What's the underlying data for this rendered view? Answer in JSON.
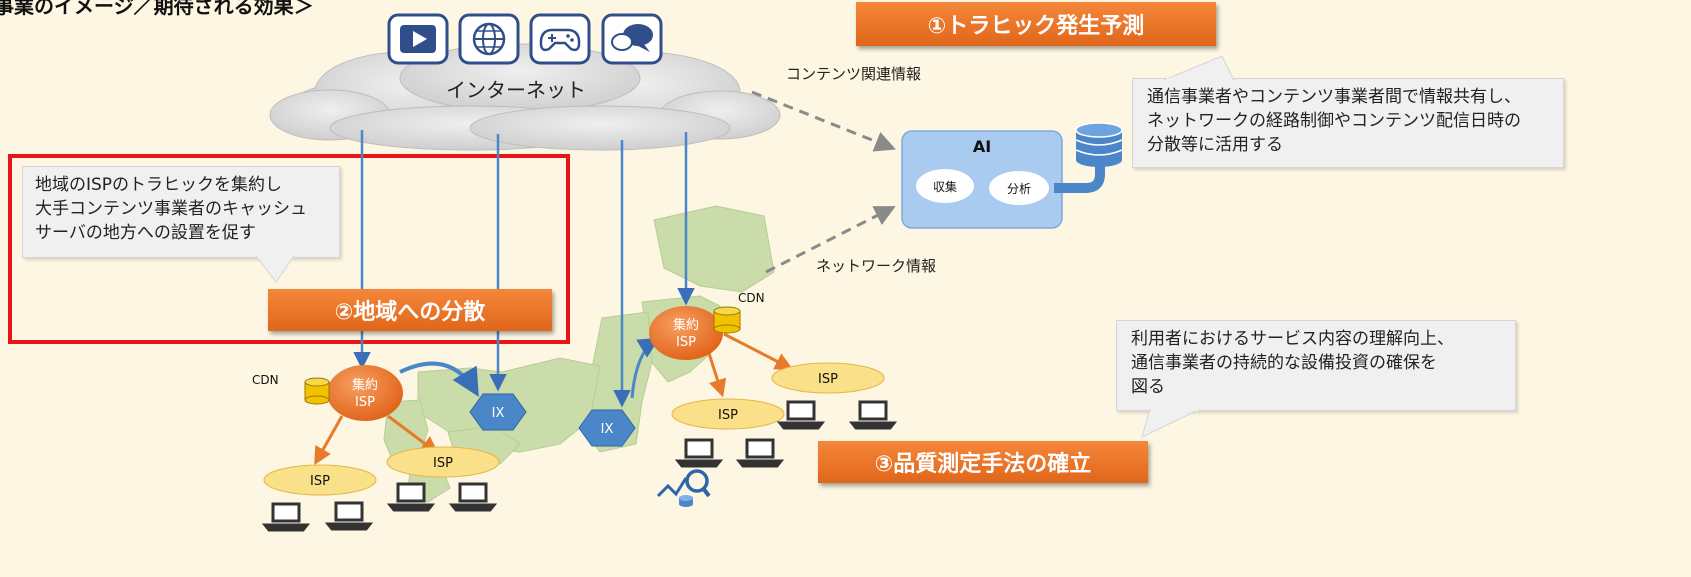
{
  "title": "事業のイメージ／期待される効果＞",
  "internet_label": "インターネット",
  "content_info_label": "コンテンツ関連情報",
  "network_info_label": "ネットワーク情報",
  "banners": {
    "traffic_prediction": "①トラヒック発生予測",
    "regional_distribution": "②地域への分散",
    "quality_measurement": "③品質測定手法の確立"
  },
  "callouts": {
    "regional": [
      "地域のISPのトラヒックを集約し",
      "大手コンテンツ事業者のキャッシュ",
      "サーバの地方への設置を促す"
    ],
    "ai_sharing": [
      "通信事業者やコンテンツ事業者間で情報共有し、",
      "ネットワークの経路制御やコンテンツ配信日時の",
      "分散等に活用する"
    ],
    "quality": [
      "利用者におけるサービス内容の理解向上、",
      "通信事業者の持続的な設備投資の確保を",
      "図る"
    ]
  },
  "ai_box": {
    "title": "AI",
    "collect": "収集",
    "analyze": "分析"
  },
  "nodes": {
    "cdn": "CDN",
    "aggregate_isp": [
      "集約",
      "ISP"
    ],
    "isp": "ISP",
    "ix": "IX"
  },
  "icons": [
    "video-play-icon",
    "globe-icon",
    "gamepad-icon",
    "chat-bubbles-icon",
    "database-icon",
    "laptop-icon",
    "magnifier-chart-icon"
  ],
  "colors": {
    "background": "#fdf6e3",
    "accent_orange": "#ee7a2a",
    "highlight_red": "#e8141a",
    "map_green": "#c9dcaa",
    "ix_blue": "#4a86c8",
    "isp_yellow": "#fbe08a",
    "ai_blue": "#aacbf0"
  }
}
